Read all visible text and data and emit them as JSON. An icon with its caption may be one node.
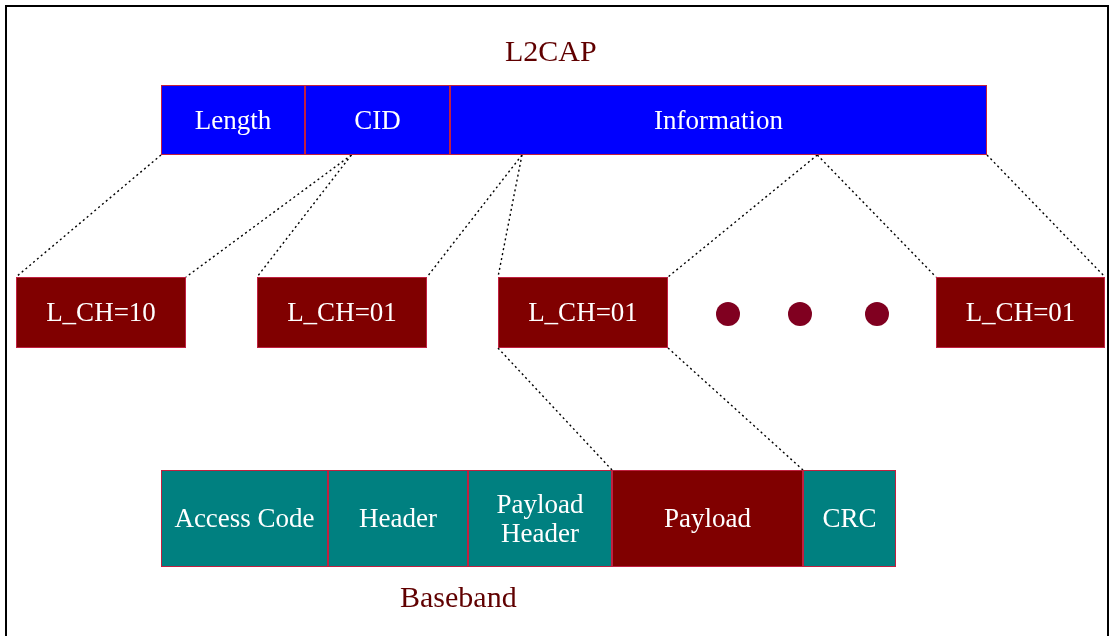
{
  "diagram": {
    "title": "L2CAP",
    "nodes": [
      {
        "text": [
          "Length"
        ]
      },
      {
        "text": [
          "CID"
        ]
      },
      {
        "text": [
          "Information"
        ]
      },
      {
        "text": [
          "L_CH=10"
        ]
      },
      {
        "text": [
          "L_CH=01"
        ]
      },
      {
        "text": [
          "L_CH=01"
        ]
      },
      {
        "text": [
          "L_CH=01"
        ]
      },
      {
        "text": [
          "Access Code"
        ]
      },
      {
        "text": [
          "Header"
        ]
      },
      {
        "text": [
          "Payload Header"
        ]
      },
      {
        "text": [
          "Payload"
        ]
      },
      {
        "text": [
          "CRC"
        ]
      }
    ],
    "edges": [
      {
        "from": 0,
        "to": 3,
        "arrow": "none"
      },
      {
        "from": 1,
        "to": 3,
        "arrow": "none"
      },
      {
        "from": 1,
        "to": 4,
        "arrow": "none"
      },
      {
        "from": 2,
        "to": 4,
        "arrow": "none"
      },
      {
        "from": 2,
        "to": 5,
        "arrow": "none"
      },
      {
        "from": 2,
        "to": 5,
        "arrow": "none"
      },
      {
        "from": 2,
        "to": 6,
        "arrow": "none"
      },
      {
        "from": 2,
        "to": 6,
        "arrow": "none"
      },
      {
        "from": 5,
        "to": 10,
        "arrow": "none"
      },
      {
        "from": 5,
        "to": 10,
        "arrow": "none"
      }
    ],
    "labels": [
      "Baseband"
    ]
  }
}
